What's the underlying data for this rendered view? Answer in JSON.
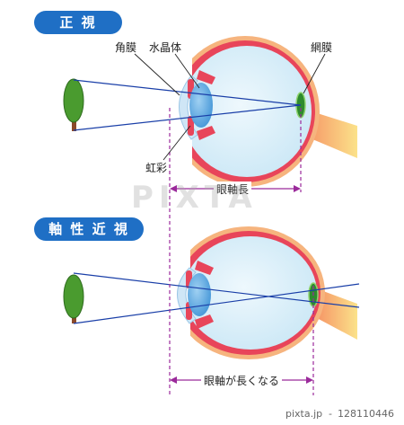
{
  "sections": {
    "normal": "正 視",
    "axial_myopia": "軸 性 近 視"
  },
  "labels": {
    "cornea": "角膜",
    "lens": "水晶体",
    "retina": "網膜",
    "iris": "虹彩",
    "axial_length": "眼軸長",
    "axial_length_longer": "眼軸が長くなる"
  },
  "watermark": "PIXTA",
  "footer": {
    "site": "pixta.jp",
    "separator": "-",
    "image_id": "128110446"
  },
  "colors": {
    "pill": "#1f6fc5",
    "light_ray": "#1a3fa8",
    "dimension": "#9b2a9b",
    "sclera": "#f6b47e",
    "choroid": "#e8455a",
    "eyeball": "#d7eef8",
    "lens": "#6fb3e6",
    "retina_spot": "#2e8b2e",
    "tree": "#4a9b2f",
    "trunk": "#8b4a2b",
    "optic_nerve": "#f8a94d"
  }
}
